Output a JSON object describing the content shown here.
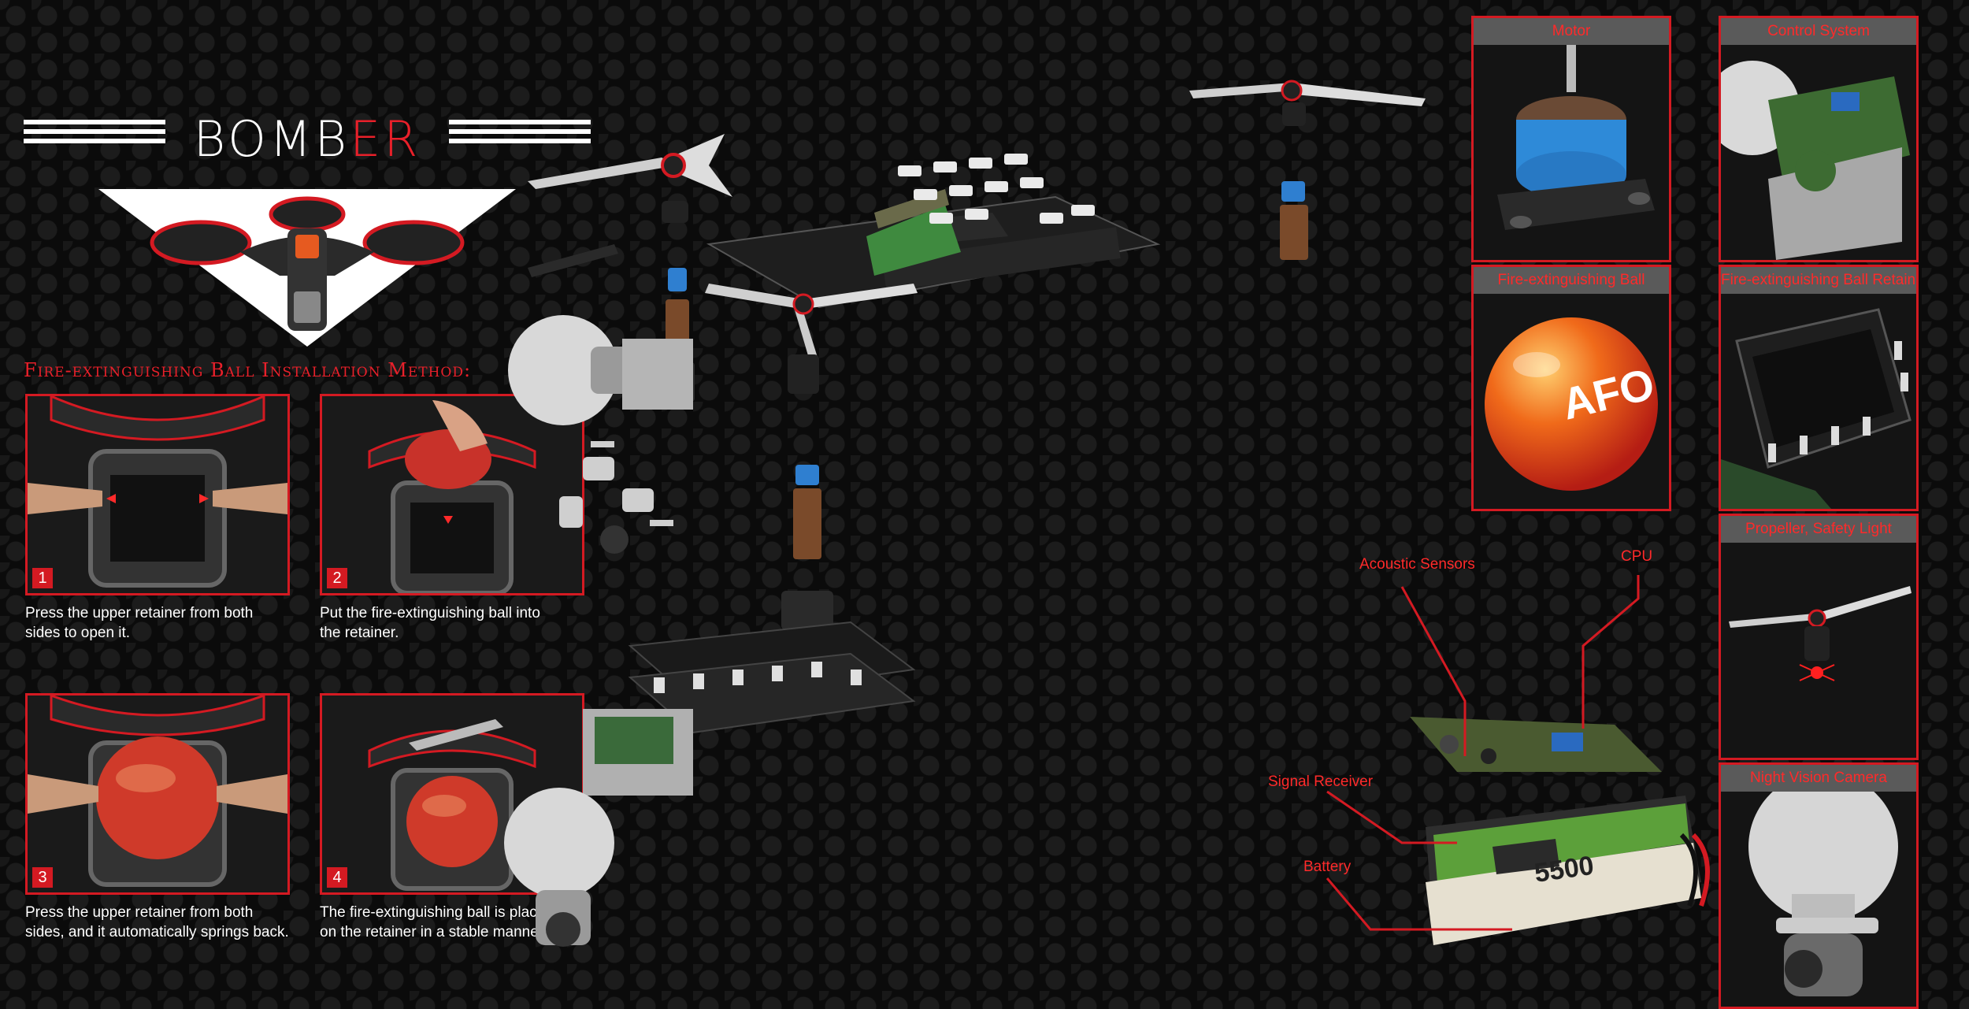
{
  "logo": {
    "part1": "BOMB",
    "part2": "ER"
  },
  "section_title": "Fire-extinguishing Ball Installation Method:",
  "steps": [
    {
      "num": "1",
      "caption_line1": "Press the upper retainer from both",
      "caption_line2": "sides to open it."
    },
    {
      "num": "2",
      "caption_line1": "Put the fire-extinguishing ball into",
      "caption_line2": "the retainer."
    },
    {
      "num": "3",
      "caption_line1": "Press the upper retainer from both",
      "caption_line2": "sides, and it automatically springs back."
    },
    {
      "num": "4",
      "caption_line1": "The fire-extinguishing ball is placed",
      "caption_line2": "on the retainer in a stable manner."
    }
  ],
  "panels": {
    "motor": "Motor",
    "control_system": "Control System",
    "ball": "Fire-extinguishing Ball",
    "ball_retainer": "Fire-extinguishing Ball Retainer",
    "propeller": "Propeller, Safety Light",
    "camera": "Night Vision Camera"
  },
  "ball_print": "AFO",
  "callouts": {
    "acoustic": "Acoustic Sensors",
    "cpu": "CPU",
    "signal": "Signal Receiver",
    "battery": "Battery"
  },
  "battery_print": "5500",
  "colors": {
    "accent": "#d41a22",
    "callout": "#ff2a2a",
    "background": "#0b0b0b",
    "panel_title_bg": "#5a5a5a"
  }
}
